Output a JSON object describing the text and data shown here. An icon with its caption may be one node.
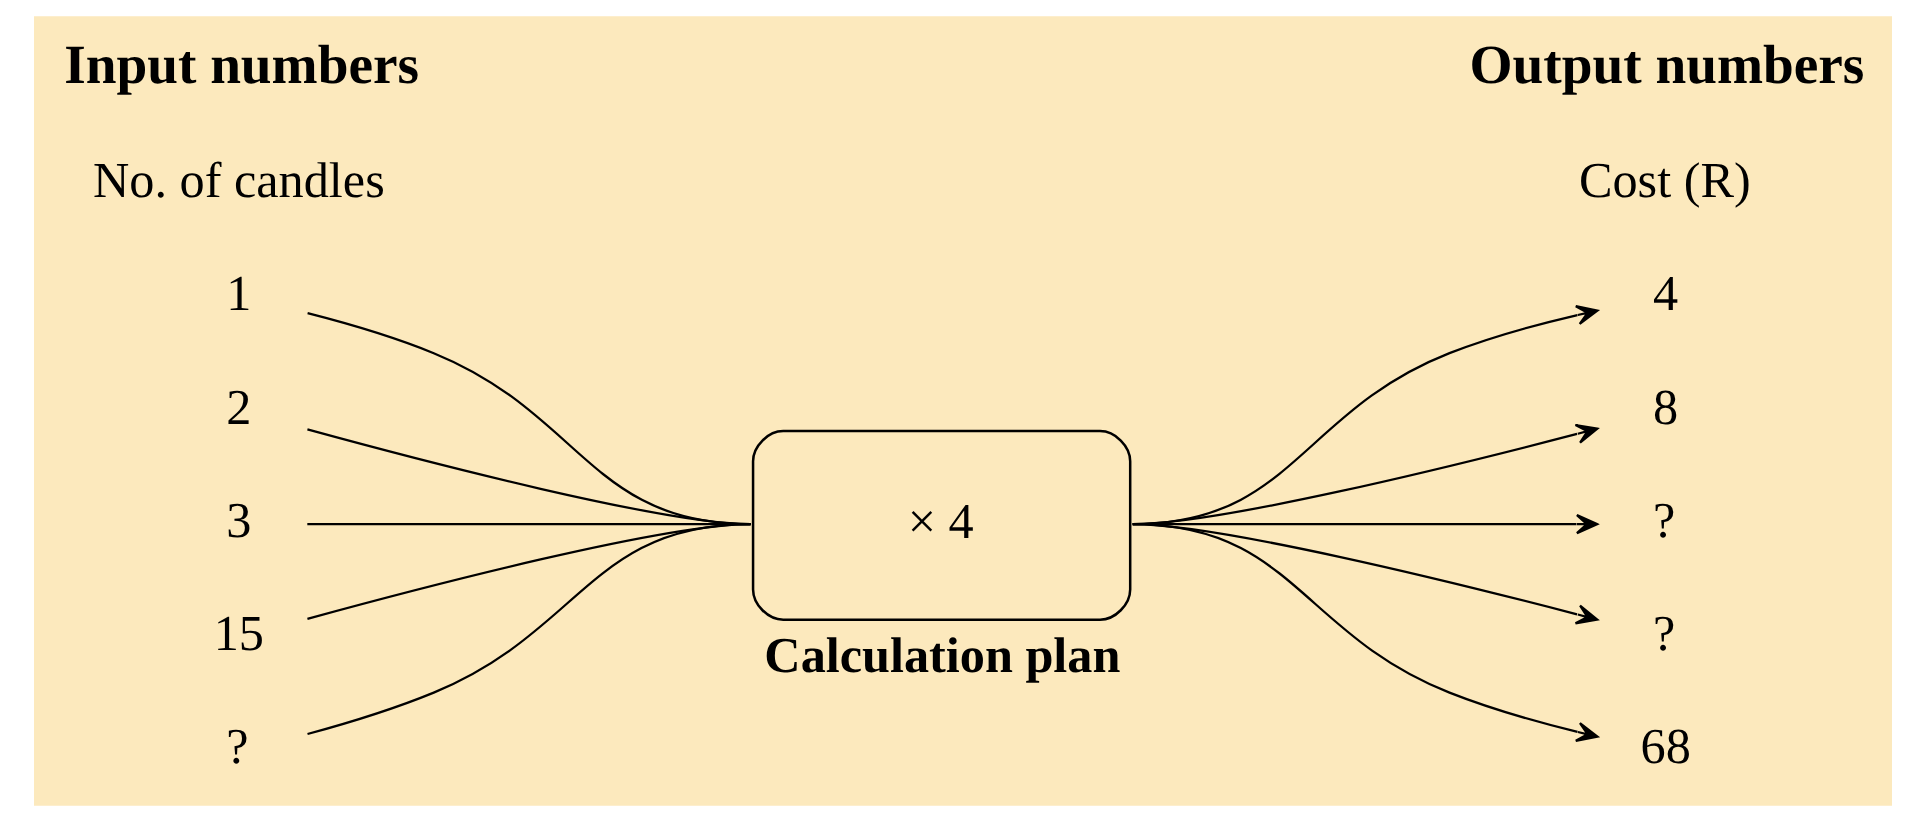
{
  "diagram": {
    "nodes": [
      {
        "text": [
          "1"
        ]
      },
      {
        "text": [
          "2"
        ]
      },
      {
        "text": [
          "3"
        ]
      },
      {
        "text": [
          "15"
        ]
      },
      {
        "text": [
          "?"
        ]
      },
      {
        "text": [
          "× 4"
        ],
        "beside": [
          "Calculation plan"
        ]
      },
      {
        "text": [
          "4"
        ]
      },
      {
        "text": [
          "8"
        ]
      },
      {
        "text": [
          "?"
        ]
      },
      {
        "text": [
          "?"
        ]
      },
      {
        "text": [
          "68"
        ]
      }
    ],
    "edges": [
      {
        "from": 0,
        "to": 5,
        "arrow": "none"
      },
      {
        "from": 1,
        "to": 5,
        "arrow": "none"
      },
      {
        "from": 2,
        "to": 5,
        "arrow": "none"
      },
      {
        "from": 3,
        "to": 5,
        "arrow": "none"
      },
      {
        "from": 4,
        "to": 5,
        "arrow": "none"
      },
      {
        "from": 5,
        "to": 6,
        "arrow": "to"
      },
      {
        "from": 5,
        "to": 7,
        "arrow": "to"
      },
      {
        "from": 5,
        "to": 8,
        "arrow": "to"
      },
      {
        "from": 5,
        "to": 9,
        "arrow": "to"
      },
      {
        "from": 5,
        "to": 10,
        "arrow": "to"
      }
    ],
    "labels": [
      "Input numbers",
      "No. of candles",
      "Output numbers",
      "Cost (R)"
    ]
  }
}
